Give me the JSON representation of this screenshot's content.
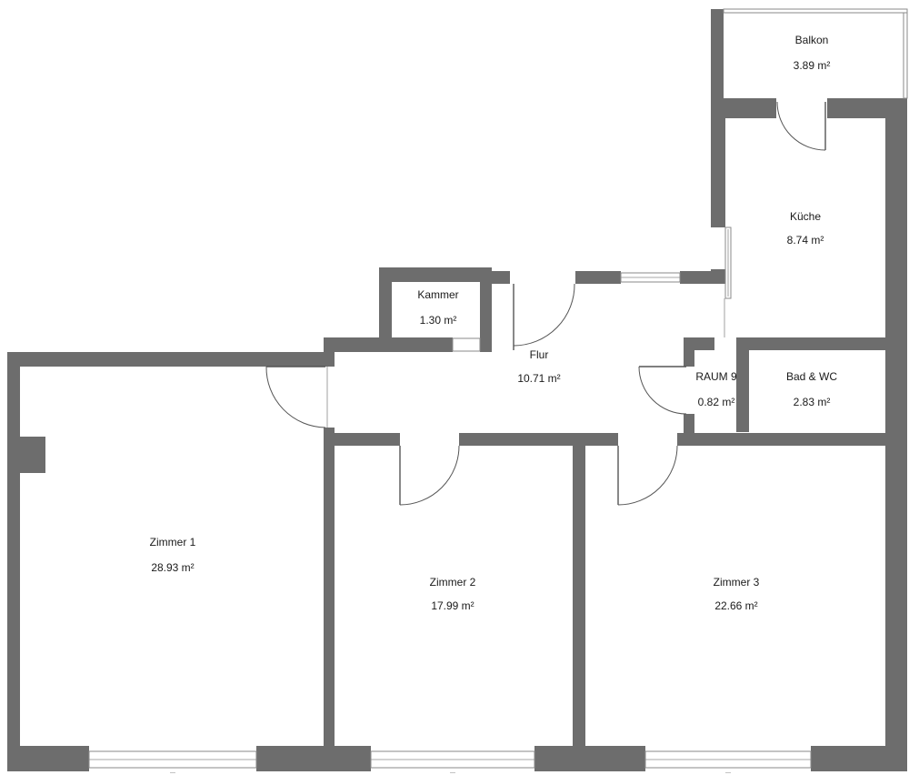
{
  "colors": {
    "wall": "#6d6d6d",
    "background": "#ffffff",
    "text": "#1a1a1a"
  },
  "rooms": [
    {
      "id": "balkon",
      "name": "Balkon",
      "area": "3.89 m²"
    },
    {
      "id": "kueche",
      "name": "Küche",
      "area": "8.74 m²"
    },
    {
      "id": "kammer",
      "name": "Kammer",
      "area": "1.30 m²"
    },
    {
      "id": "flur",
      "name": "Flur",
      "area": "10.71 m²"
    },
    {
      "id": "raum9",
      "name": "RAUM 9",
      "area": "0.82 m²"
    },
    {
      "id": "bad",
      "name": "Bad & WC",
      "area": "2.83 m²"
    },
    {
      "id": "zimmer1",
      "name": "Zimmer 1",
      "area": "28.93 m²"
    },
    {
      "id": "zimmer2",
      "name": "Zimmer 2",
      "area": "17.99 m²"
    },
    {
      "id": "zimmer3",
      "name": "Zimmer 3",
      "area": "22.66 m²"
    }
  ]
}
